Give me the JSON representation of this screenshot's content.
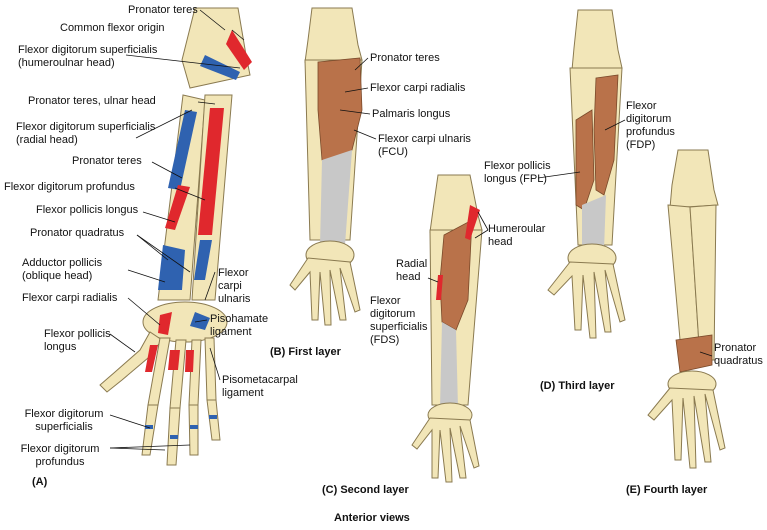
{
  "colors": {
    "bone": "#f2e6b8",
    "bone_outline": "#8a7a50",
    "muscle_brown": "#b9724a",
    "muscle_light": "#d7a07c",
    "tendon": "#c8c8c8",
    "red": "#e0282d",
    "blue": "#2f62b0"
  },
  "panels": {
    "a": {
      "caption": "(A)",
      "labels": {
        "pronator_teres_top": "Pronator teres",
        "common_flexor_origin": "Common flexor origin",
        "fds_humeroulnar_1": "Flexor digitorum superficialis",
        "fds_humeroulnar_2": "(humeroulnar head)",
        "pronator_teres_ulnar": "Pronator teres, ulnar head",
        "fds_radial_1": "Flexor digitorum superficialis",
        "fds_radial_2": "(radial head)",
        "pronator_teres_mid": "Pronator teres",
        "fdp": "Flexor digitorum profundus",
        "fpl": "Flexor pollicis longus",
        "pronator_quadratus": "Pronator quadratus",
        "adductor_pollicis_1": "Adductor pollicis",
        "adductor_pollicis_2": "(oblique head)",
        "fcr": "Flexor carpi radialis",
        "fpl_2a": "Flexor pollicis",
        "fpl_2b": "longus",
        "fcu_1": "Flexor",
        "fcu_2": "carpi",
        "fcu_3": "ulnaris",
        "pisohamate_1": "Pisohamate",
        "pisohamate_2": "ligament",
        "pisometacarpal_1": "Pisometacarpal",
        "pisometacarpal_2": "ligament",
        "fds_bottom_1": "Flexor digitorum",
        "fds_bottom_2": "superficialis",
        "fdp_bottom_1": "Flexor digitorum",
        "fdp_bottom_2": "profundus"
      }
    },
    "b": {
      "caption": "(B) First layer",
      "labels": {
        "pronator_teres": "Pronator teres",
        "fcr": "Flexor carpi radialis",
        "palmaris_longus": "Palmaris longus",
        "fcu_1": "Flexor carpi ulnaris",
        "fcu_2": "(FCU)"
      }
    },
    "c": {
      "caption": "(C) Second layer",
      "labels": {
        "humeroulnar_1": "Humeroular",
        "humeroulnar_2": "head",
        "radial_1": "Radial",
        "radial_2": "head",
        "fds_1": "Flexor",
        "fds_2": "digitorum",
        "fds_3": "superficialis",
        "fds_4": "(FDS)"
      }
    },
    "d": {
      "caption": "(D) Third layer",
      "labels": {
        "fdp_1": "Flexor",
        "fdp_2": "digitorum",
        "fdp_3": "profundus",
        "fdp_4": "(FDP)",
        "fpl_1": "Flexor pollicis",
        "fpl_2": "longus (FPL)"
      }
    },
    "e": {
      "caption": "(E) Fourth layer",
      "labels": {
        "pq_1": "Pronator",
        "pq_2": "quadratus"
      }
    }
  },
  "footer": "Anterior views"
}
